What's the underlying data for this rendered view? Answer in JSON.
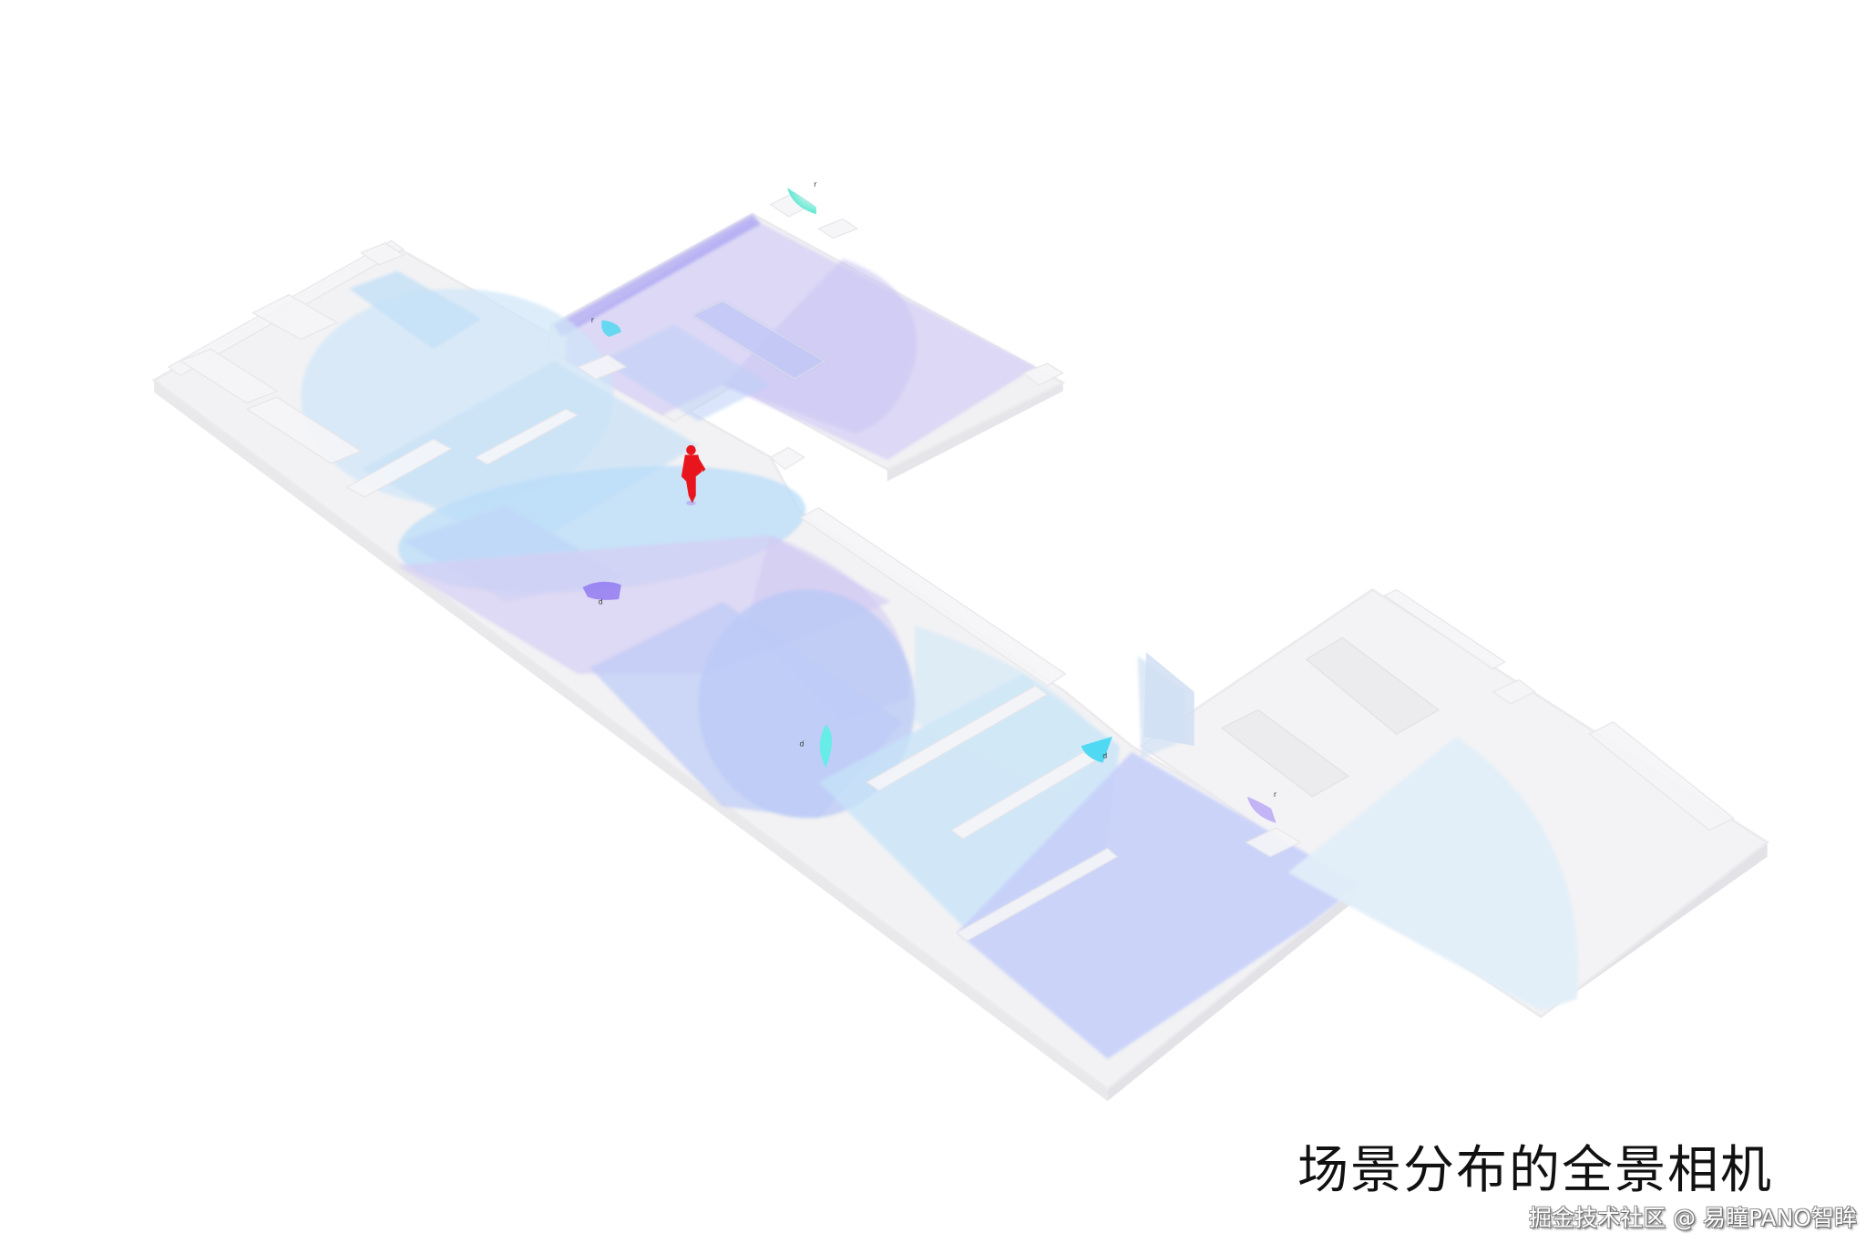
{
  "caption": {
    "title": "场景分布的全景相机",
    "watermark": "掘金技术社区 @ 易瞳PANO智眸"
  },
  "scene": {
    "type": "isometric-floor-plan",
    "colors": {
      "background": "#ffffff",
      "floor_base": "#f1f1f3",
      "wall": "#f6f6f7",
      "coverage_cyan": "#a8e4f7",
      "coverage_blue": "#a9bcf7",
      "coverage_purple": "#c8c2f2",
      "camera_teal": "#3ee3c8",
      "person": "#e8161c"
    },
    "cameras": [
      {
        "id": "cam-1",
        "label": "r",
        "color": "#3ee3c8",
        "position": "top entrance"
      },
      {
        "id": "cam-2",
        "label": "r",
        "color": "#48d8f0",
        "position": "upper room wall"
      },
      {
        "id": "cam-3",
        "label": "d",
        "color": "#8a6ff0",
        "position": "left corridor"
      },
      {
        "id": "cam-4",
        "label": "d",
        "color": "#5ef0e6",
        "position": "central rooms"
      },
      {
        "id": "cam-5",
        "label": "d",
        "color": "#39d6f2",
        "position": "right corridor junction"
      },
      {
        "id": "cam-6",
        "label": "r",
        "color": "#b8a8f5",
        "position": "right room entrance"
      }
    ],
    "person": {
      "label": "person",
      "color": "#e8161c"
    }
  }
}
